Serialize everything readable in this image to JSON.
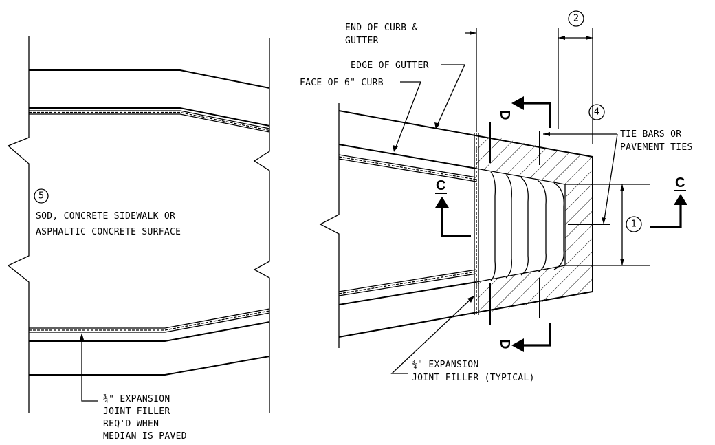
{
  "left_view": {
    "note_num": "5",
    "note_line1": "SOD, CONCRETE SIDEWALK OR",
    "note_line2": "ASPHALTIC CONCRETE SURFACE",
    "filler_line1": "¾\" EXPANSION",
    "filler_line2": "JOINT FILLER",
    "filler_line3": "REQ'D WHEN",
    "filler_line4": "MEDIAN IS PAVED"
  },
  "right_view": {
    "end_curb_line1": "END OF CURB &",
    "end_curb_line2": "GUTTER",
    "edge_gutter": "EDGE OF GUTTER",
    "face_curb": "FACE OF 6\" CURB",
    "tie_line1": "TIE BARS OR",
    "tie_line2": "PAVEMENT TIES",
    "callout_1": "1",
    "callout_2": "2",
    "callout_4": "4",
    "section_d": "D",
    "section_c": "C",
    "exp_line1": "¾\" EXPANSION",
    "exp_line2": "JOINT FILLER (TYPICAL)"
  },
  "colors": {
    "ink": "#000000",
    "paper": "#ffffff"
  }
}
